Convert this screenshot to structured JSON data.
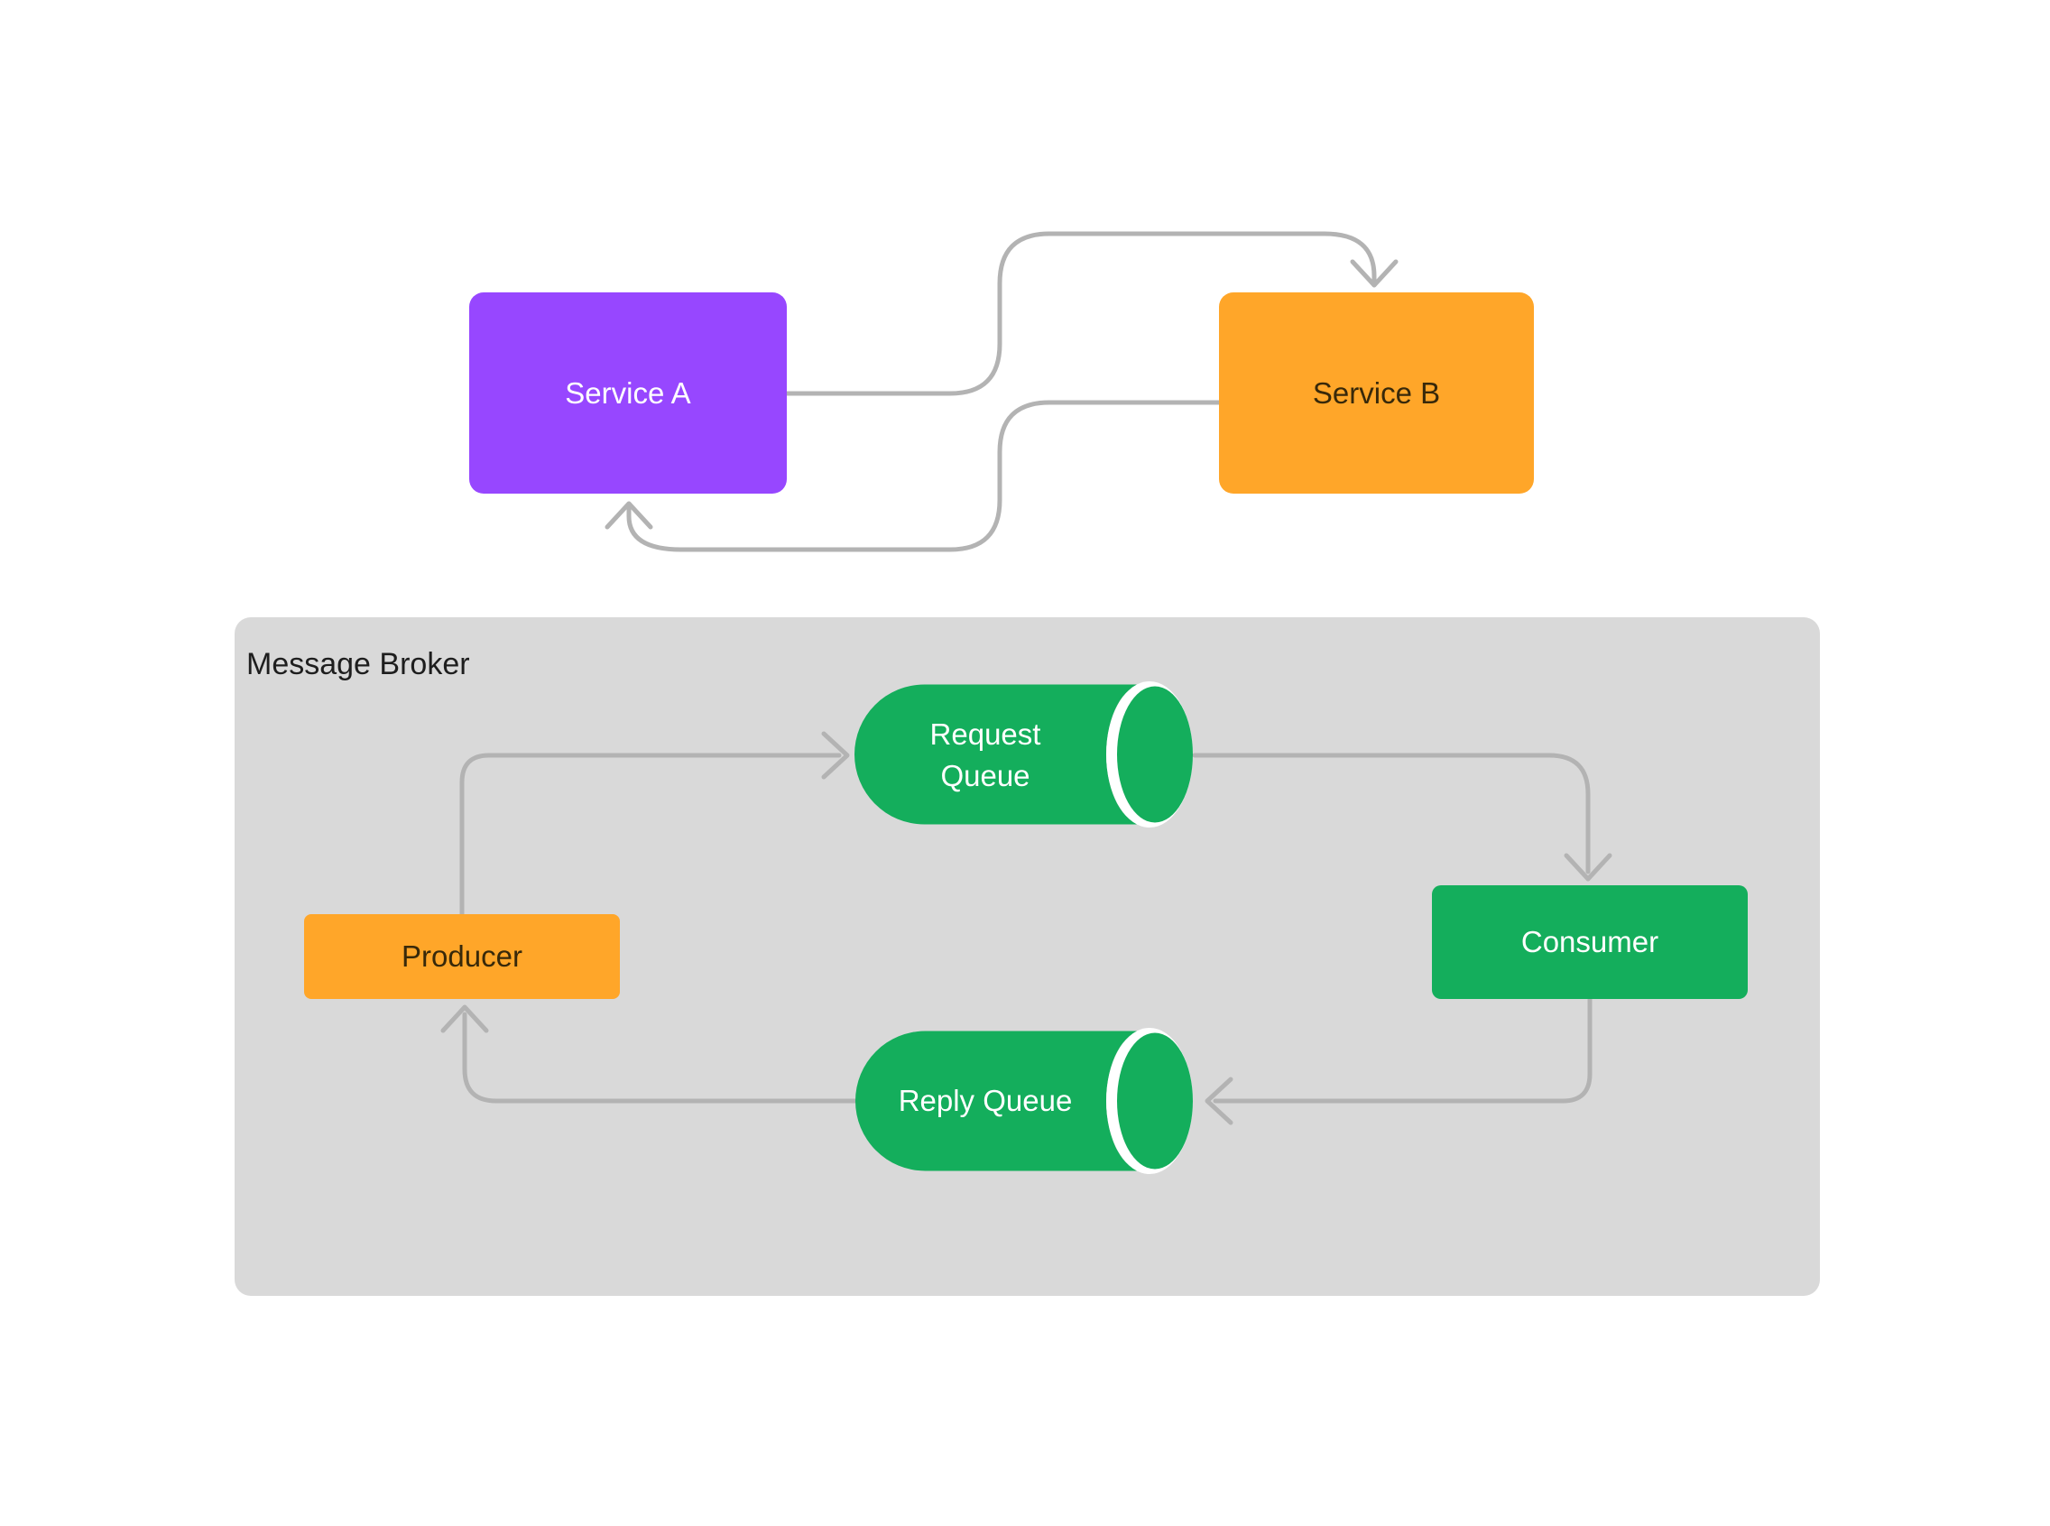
{
  "diagram": {
    "title_region": {
      "broker_container_label": "Message Broker"
    },
    "nodes": {
      "service_a": {
        "label": "Service A",
        "shape": "rectangle",
        "fill": "#9747FF"
      },
      "service_b": {
        "label": "Service B",
        "shape": "rectangle",
        "fill": "#FFA629"
      },
      "producer": {
        "label": "Producer",
        "shape": "rectangle",
        "fill": "#FFA629"
      },
      "consumer": {
        "label": "Consumer",
        "shape": "rectangle",
        "fill": "#14AE5C"
      },
      "request_queue": {
        "label_line1": "Request",
        "label_line2": "Queue",
        "shape": "cylinder",
        "fill": "#14AE5C"
      },
      "reply_queue": {
        "label": "Reply Queue",
        "shape": "cylinder",
        "fill": "#14AE5C"
      }
    },
    "edges": [
      {
        "from": "service_a",
        "to": "service_b",
        "style": "s-curve over top"
      },
      {
        "from": "service_b",
        "to": "service_a",
        "style": "s-curve under bottom"
      },
      {
        "from": "producer",
        "to": "request_queue"
      },
      {
        "from": "request_queue",
        "to": "consumer"
      },
      {
        "from": "consumer",
        "to": "reply_queue"
      },
      {
        "from": "reply_queue",
        "to": "producer"
      }
    ],
    "colors": {
      "purple": "#9747FF",
      "orange": "#FFA629",
      "green": "#14AE5C",
      "container_gray": "#D9D9D9",
      "connector_gray": "#B3B3B3",
      "gap_white": "#FFFFFF",
      "dark_text": "#38290A",
      "container_label_text": "#1E1E1E",
      "light_text": "#FFFFFF",
      "canvas": "#FFFFFF"
    }
  }
}
